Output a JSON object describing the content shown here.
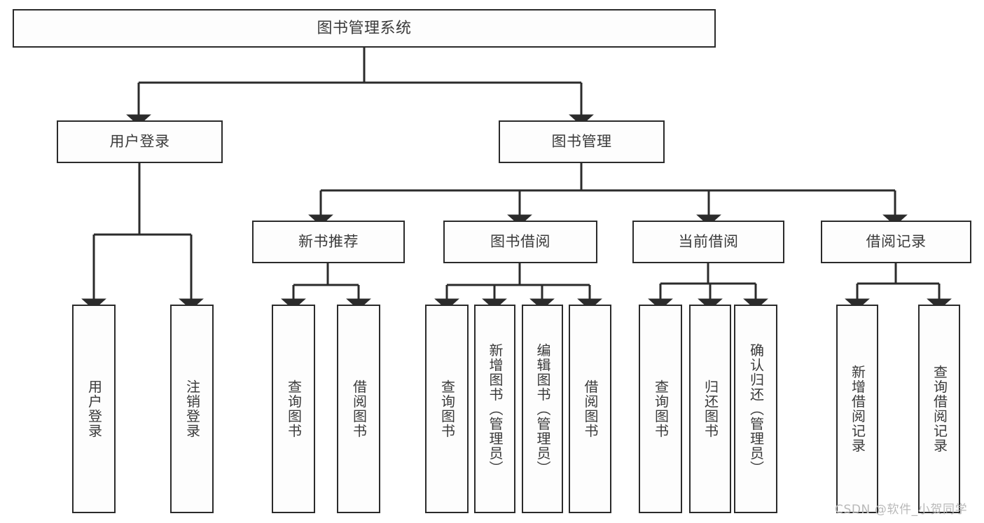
{
  "diagram": {
    "type": "tree",
    "title": "图书管理系统",
    "watermark": "CSDN @软件_小贺同学",
    "colors": {
      "stroke": "#2b2b2b",
      "text": "#3a3a3a",
      "background": "#ffffff",
      "box_fill": "#fdfdfd",
      "watermark": "#b9b9b9"
    },
    "nodes": {
      "root": {
        "label": "图书管理系统"
      },
      "level2": [
        {
          "label": "用户登录"
        },
        {
          "label": "图书管理"
        }
      ],
      "level3": [
        {
          "label": "新书推荐"
        },
        {
          "label": "图书借阅"
        },
        {
          "label": "当前借阅"
        },
        {
          "label": "借阅记录"
        }
      ],
      "leaves_user_login": [
        {
          "label": "用户登录"
        },
        {
          "label": "注销登录"
        }
      ],
      "leaves_new_book": [
        {
          "label": "查询图书"
        },
        {
          "label": "借阅图书"
        }
      ],
      "leaves_borrow": [
        {
          "label": "查询图书"
        },
        {
          "label": "新增图书（管理员）"
        },
        {
          "label": "编辑图书（管理员）"
        },
        {
          "label": "借阅图书"
        }
      ],
      "leaves_current": [
        {
          "label": "查询图书"
        },
        {
          "label": "归还图书"
        },
        {
          "label": "确认归还（管理员）"
        }
      ],
      "leaves_records": [
        {
          "label": "新增借阅记录"
        },
        {
          "label": "查询借阅记录"
        }
      ]
    },
    "edges": [
      {
        "from": "图书管理系统",
        "to": "用户登录"
      },
      {
        "from": "图书管理系统",
        "to": "图书管理"
      },
      {
        "from": "用户登录",
        "to": "用户登录"
      },
      {
        "from": "用户登录",
        "to": "注销登录"
      },
      {
        "from": "图书管理",
        "to": "新书推荐"
      },
      {
        "from": "图书管理",
        "to": "图书借阅"
      },
      {
        "from": "图书管理",
        "to": "当前借阅"
      },
      {
        "from": "图书管理",
        "to": "借阅记录"
      },
      {
        "from": "新书推荐",
        "to": "查询图书"
      },
      {
        "from": "新书推荐",
        "to": "借阅图书"
      },
      {
        "from": "图书借阅",
        "to": "查询图书"
      },
      {
        "from": "图书借阅",
        "to": "新增图书（管理员）"
      },
      {
        "from": "图书借阅",
        "to": "编辑图书（管理员）"
      },
      {
        "from": "图书借阅",
        "to": "借阅图书"
      },
      {
        "from": "当前借阅",
        "to": "查询图书"
      },
      {
        "from": "当前借阅",
        "to": "归还图书"
      },
      {
        "from": "当前借阅",
        "to": "确认归还（管理员）"
      },
      {
        "from": "借阅记录",
        "to": "新增借阅记录"
      },
      {
        "from": "借阅记录",
        "to": "查询借阅记录"
      }
    ]
  }
}
